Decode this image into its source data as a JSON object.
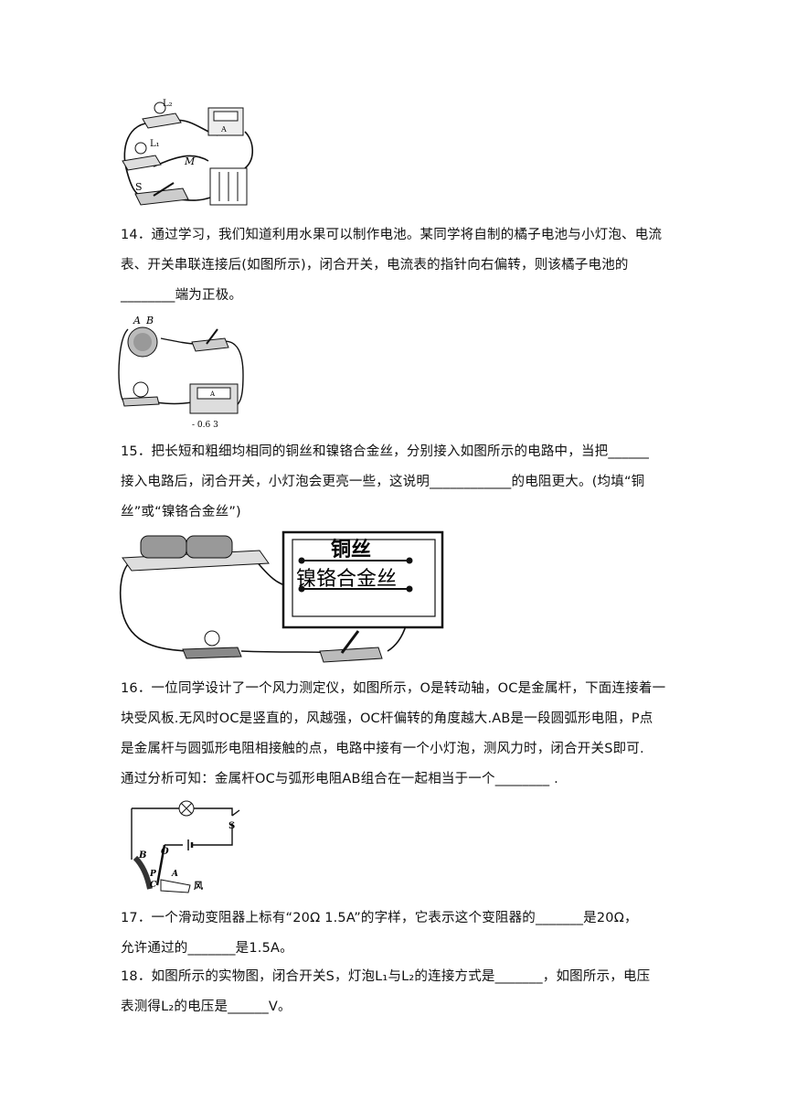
{
  "fig13": {
    "labels": [
      "L₂",
      "L₁",
      "M",
      "S",
      "A"
    ]
  },
  "q14": {
    "lines": [
      "14．通过学习，我们知道利用水果可以制作电池。某同学将自制的橘子电池与小灯泡、电流",
      "表、开关串联连接后(如图所示)，闭合开关，电流表的指针向右偏转，则该橘子电池的",
      "________端为正极。"
    ],
    "figure": {
      "labels": [
        "A",
        "B",
        "A",
        "- 0.6 3"
      ]
    }
  },
  "q15": {
    "lines": [
      "15．把长短和粗细均相同的铜丝和镍铬合金丝，分别接入如图所示的电路中，当把______",
      "接入电路后，闭合开关，小灯泡会更亮一些，这说明____________的电阻更大。(均填“铜",
      "丝”或“镍铬合金丝”)"
    ],
    "figure": {
      "labels": [
        "铜丝",
        "镍铬合金丝"
      ]
    }
  },
  "q16": {
    "lines": [
      "16．一位同学设计了一个风力测定仪，如图所示，O是转动轴，OC是金属杆，下面连接着一",
      "块受风板.无风时OC是竖直的，风越强，OC杆偏转的角度越大.AB是一段圆弧形电阻，P点",
      "是金属杆与圆弧形电阻相接触的点，电路中接有一个小灯泡，测风力时，闭合开关S即可.",
      "通过分析可知：金属杆OC与弧形电阻AB组合在一起相当于一个________ ."
    ],
    "figure": {
      "labels": [
        "S",
        "B",
        "O",
        "P",
        "A",
        "C",
        "风"
      ]
    }
  },
  "q17": {
    "lines": [
      "17．一个滑动变阻器上标有“20Ω 1.5A”的字样，它表示这个变阻器的_______是20Ω，",
      "允许通过的_______是1.5A。"
    ]
  },
  "q18": {
    "lines": [
      "18．如图所示的实物图，闭合开关S，灯泡L₁与L₂的连接方式是_______，如图所示，电压",
      "表测得L₂的电压是______V。"
    ]
  }
}
